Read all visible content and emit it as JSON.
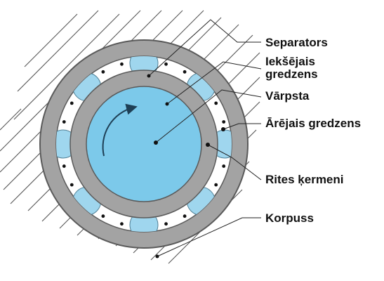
{
  "labels": {
    "separators": "Separators",
    "inner_ring_line1": "Iekšējais",
    "inner_ring_line2": "gredzens",
    "shaft": "Vārpsta",
    "outer_ring": "Ārējais gredzens",
    "rolling_elements": "Rites ķermeni",
    "housing": "Korpuss"
  },
  "colors": {
    "ring": "#a3a3a3",
    "ring_stroke": "#5a5a5a",
    "ball": "#9fd6ee",
    "shaft": "#7cc9ea",
    "separator_band": "#ffffff",
    "hatch": "#555555"
  },
  "ball_count": 8,
  "separator_dot_count": 16,
  "rotation_arrow": "clockwise-arrow"
}
